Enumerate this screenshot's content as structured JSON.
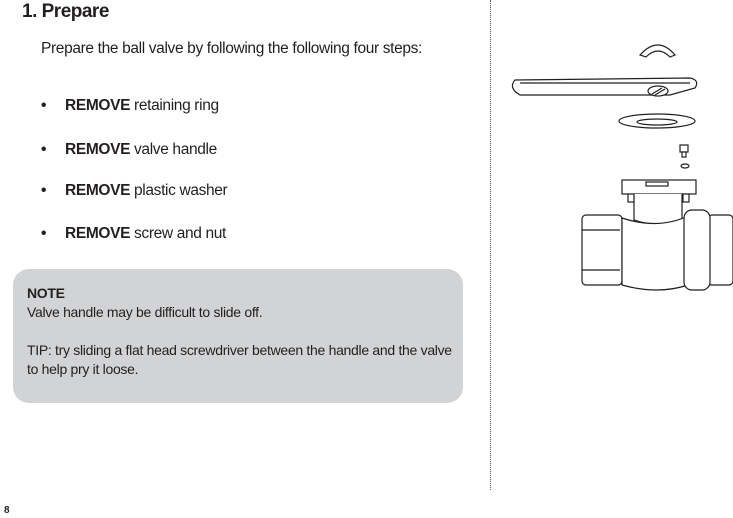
{
  "section": {
    "title": "1. Prepare",
    "intro": "Prepare the ball valve by following the following four steps:",
    "steps": [
      {
        "bullet": "•",
        "action": "REMOVE",
        "text": " retaining ring"
      },
      {
        "bullet": "•",
        "action": "REMOVE",
        "text": " valve handle"
      },
      {
        "bullet": "•",
        "action": "REMOVE",
        "text": " plastic washer"
      },
      {
        "bullet": "•",
        "action": "REMOVE",
        "text": " screw and nut"
      }
    ]
  },
  "note": {
    "title": "NOTE",
    "line1": "Valve handle may be difficult to slide off.",
    "tip": "TIP:  try sliding a flat head screwdriver between the handle and the valve to help pry it loose.",
    "background": "#d1d3d4"
  },
  "page_number": "8"
}
